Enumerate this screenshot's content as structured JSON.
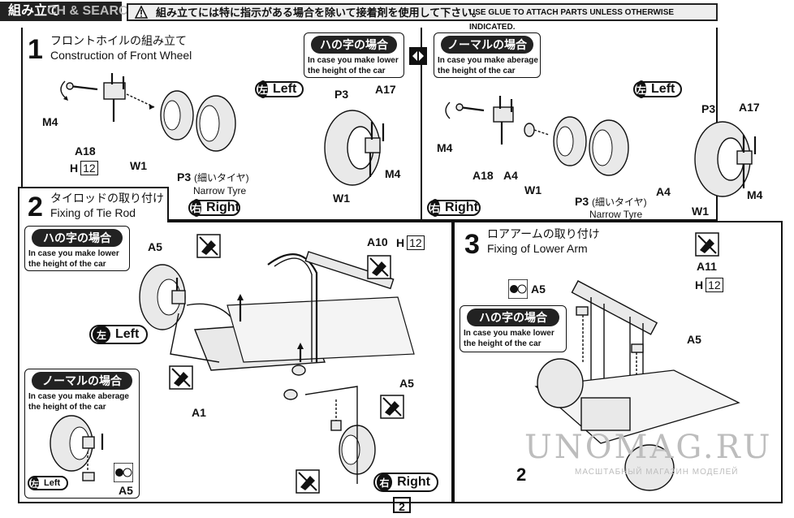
{
  "header": {
    "tag_label": "組み立て",
    "ghost_text": "CH & SEARCH",
    "notice_jp": "組み立てには特に指示がある場合を除いて接着剤を使用して下さい。",
    "notice_en": "USE GLUE TO ATTACH PARTS UNLESS OTHERWISE INDICATED."
  },
  "step1": {
    "number": "1",
    "title_jp": "フロントホイルの組み立て",
    "title_en": "Construction of Front Wheel",
    "labels": {
      "m4": "M4",
      "a18": "A18",
      "h12_prefix": "H",
      "h12_num": "12",
      "w1": "W1",
      "p3": "P3",
      "p3_jp": "(細いタイヤ)",
      "narrow_tyre": "Narrow Tyre"
    },
    "right_pill": {
      "kanji": "右",
      "text": "Right"
    },
    "lower_callout": {
      "title": "ハの字の場合",
      "text1": "In case you make lower",
      "text2": "the height of the car"
    },
    "left_pill": {
      "kanji": "左",
      "text": "Left"
    },
    "assembled_labels": {
      "p3": "P3",
      "a17": "A17",
      "m4": "M4",
      "w1": "W1"
    }
  },
  "step1b": {
    "normal_callout": {
      "title": "ノーマルの場合",
      "text1": "In case you make aberage",
      "text2": "the height of the car"
    },
    "left_pill": {
      "kanji": "左",
      "text": "Left"
    },
    "right_pill": {
      "kanji": "右",
      "text": "Right"
    },
    "labels": {
      "m4": "M4",
      "a18": "A18",
      "a4": "A4",
      "w1": "W1",
      "p3": "P3",
      "p3_jp": "(細いタイヤ)",
      "narrow_tyre": "Narrow Tyre"
    },
    "assembled_labels": {
      "p3": "P3",
      "a17": "A17",
      "a4": "A4",
      "m4": "M4",
      "w1": "W1"
    }
  },
  "step2": {
    "number": "2",
    "title_jp": "タイロッドの取り付け",
    "title_en": "Fixing of Tie Rod",
    "lower_callout": {
      "title": "ハの字の場合",
      "text1": "In case you make lower",
      "text2": "the height of the car"
    },
    "normal_callout": {
      "title": "ノーマルの場合",
      "text1": "In case you make aberage",
      "text2": "the height of the car"
    },
    "labels": {
      "a5_top": "A5",
      "a10": "A10",
      "h12_prefix": "H",
      "h12_num": "12",
      "a1": "A1",
      "a5_right": "A5",
      "a5_bottom": "A5"
    },
    "left_pill": {
      "kanji": "左",
      "text": "Left"
    },
    "right_pill": {
      "kanji": "右",
      "text": "Right"
    },
    "small_left_pill": {
      "kanji": "左",
      "text": "Left"
    }
  },
  "step3": {
    "number": "3",
    "title_jp": "ロアアームの取り付け",
    "title_en": "Fixing of Lower Arm",
    "lower_callout": {
      "title": "ハの字の場合",
      "text1": "In case you make lower",
      "text2": "the height of the car"
    },
    "labels": {
      "a5_left": "A5",
      "a11": "A11",
      "h12_prefix": "H",
      "h12_num": "12",
      "a5_right": "A5",
      "ref2": "2"
    }
  },
  "watermark": {
    "main": "UNOMAG.RU",
    "sub": "МАСШТАБНЫЙ МАГАЗИН МОДЕЛЕЙ"
  },
  "page": {
    "number": "2"
  }
}
